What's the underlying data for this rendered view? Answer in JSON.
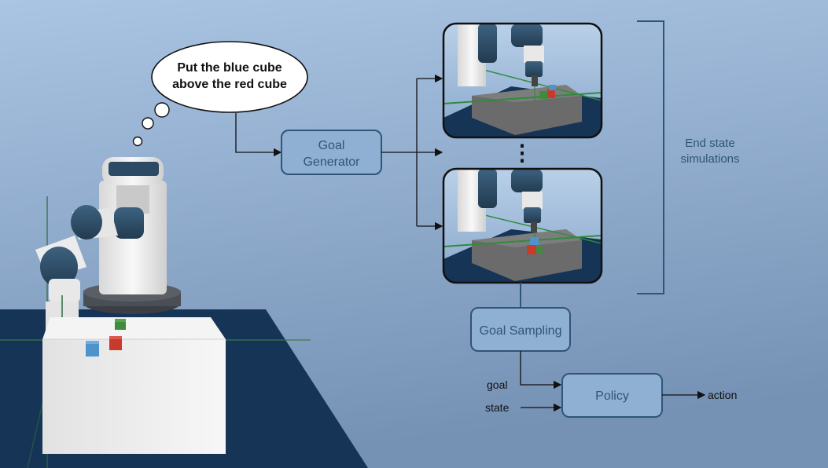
{
  "thought_bubble": {
    "line1": "Put the blue cube",
    "line2": "above the red cube"
  },
  "goal_generator": {
    "line1": "Goal",
    "line2": "Generator"
  },
  "ellipsis": "⋮",
  "end_state_label": {
    "line1": "End state",
    "line2": "simulations"
  },
  "goal_sampling": "Goal Sampling",
  "policy": "Policy",
  "inputs": {
    "goal": "goal",
    "state": "state"
  },
  "output": "action",
  "colors": {
    "background_top": "#a9c4e2",
    "background_bottom": "#7894b6",
    "box_border": "#2f5577",
    "box_text": "#2f5577",
    "floor": "#153456",
    "cube_red": "#c73a2c",
    "cube_blue": "#4e93cc",
    "cube_green": "#3f8c3d",
    "robot_blue": "#2f4d66",
    "robot_white": "#f2f2f2"
  }
}
